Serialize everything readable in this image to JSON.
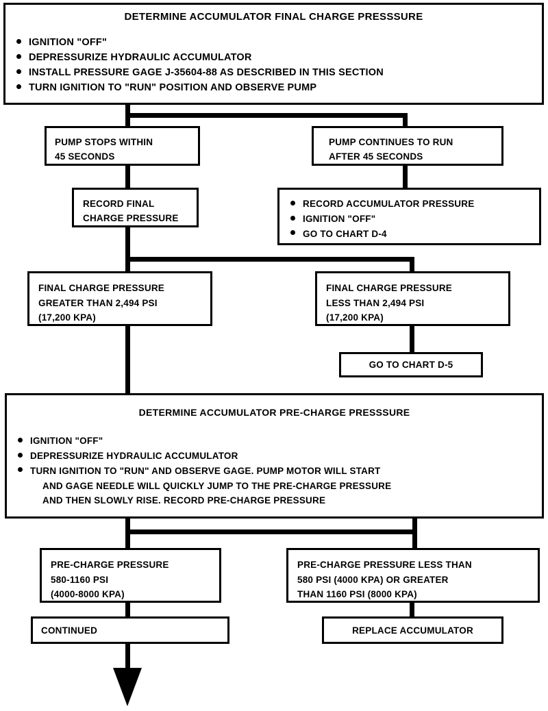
{
  "document": {
    "kind": "troubleshooting-flowchart",
    "colors": {
      "ink": "#000000",
      "paper": "#ffffff"
    }
  },
  "nodes": {
    "final_charge_header": {
      "title": "DETERMINE ACCUMULATOR FINAL CHARGE PRESSSURE",
      "bullets": [
        "IGNITION \"OFF\"",
        "DEPRESSURIZE HYDRAULIC ACCUMULATOR",
        "INSTALL PRESSURE GAGE J-35604-88 AS DESCRIBED IN THIS SECTION",
        "TURN IGNITION TO \"RUN\" POSITION AND OBSERVE PUMP"
      ]
    },
    "pump_stops": {
      "lines": [
        "PUMP STOPS WITHIN",
        "45 SECONDS"
      ]
    },
    "pump_continues": {
      "lines": [
        "PUMP CONTINUES TO RUN",
        "AFTER 45 SECONDS"
      ]
    },
    "record_final_charge": {
      "lines": [
        "RECORD FINAL",
        "CHARGE PRESSURE"
      ]
    },
    "record_accumulator": {
      "bullets": [
        "RECORD ACCUMULATOR PRESSURE",
        "IGNITION \"OFF\"",
        "GO TO CHART D-4"
      ]
    },
    "fcp_greater": {
      "lines": [
        "FINAL CHARGE PRESSURE",
        "GREATER THAN 2,494 PSI",
        "(17,200 KPA)"
      ]
    },
    "fcp_less": {
      "lines": [
        "FINAL CHARGE PRESSURE",
        "LESS THAN 2,494 PSI",
        "(17,200 KPA)"
      ]
    },
    "goto_chart_d5": {
      "label": "GO TO CHART D-5"
    },
    "precharge_header": {
      "title": "DETERMINE ACCUMULATOR PRE-CHARGE PRESSSURE",
      "bullets": [
        "IGNITION \"OFF\"",
        "DEPRESSURIZE HYDRAULIC ACCUMULATOR",
        "TURN IGNITION TO \"RUN\" AND OBSERVE GAGE. PUMP MOTOR WILL START"
      ],
      "bullet3_continued": [
        "AND GAGE NEEDLE WILL QUICKLY JUMP TO THE PRE-CHARGE PRESSURE",
        "AND THEN SLOWLY RISE. RECORD PRE-CHARGE PRESSURE"
      ]
    },
    "pcp_in_range": {
      "lines": [
        "PRE-CHARGE PRESSURE",
        "580-1160 PSI",
        "(4000-8000 KPA)"
      ]
    },
    "pcp_out_of_range": {
      "lines": [
        "PRE-CHARGE PRESSURE LESS THAN",
        "580 PSI (4000 KPA) OR GREATER",
        "THAN 1160 PSI (8000 KPA)"
      ]
    },
    "continued": {
      "label": "CONTINUED"
    },
    "replace_accumulator": {
      "label": "REPLACE ACCUMULATOR"
    }
  }
}
